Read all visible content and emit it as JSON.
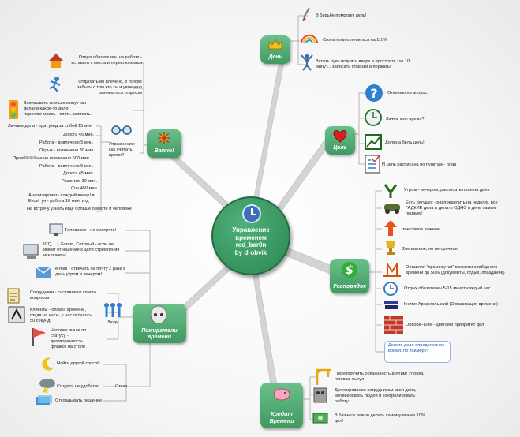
{
  "center": {
    "line1": "Управление",
    "line2": "временем",
    "line3": "red_bar0n",
    "line4": "by drobvik"
  },
  "topics": {
    "den": "День",
    "cel": "Цель",
    "vazhno": "Важно!",
    "rasporyadok": "Распорядок",
    "pozhirateli": "Пожиратели времени",
    "kredit": "Кредит Времени"
  },
  "den_items": [
    "В борьбе помогает цель!",
    "Сознательно лениться на 110%",
    "Встать руки поднять вверх и простоять так 10 минут... записать отмазки и поржать!"
  ],
  "cel_items": [
    "Отвечаю на вопрос:",
    "Зачем мне время?",
    "Должна быть цель!",
    "И цель расписана по пунктам - план"
  ],
  "rasp_items": [
    "Утром - вечером, расписать план на день",
    "Есть лягушку - распределить на неделю, все ГАДКИЕ дела и делать ОДНО в день самым первым!",
    "тое самое важное!",
    "2ое важное, но не срочное!",
    "Оставляя \"промежутки\" времени свободного времени до 50% (документы, отдых, опаздание)",
    "Отдых обязателен 5-15 минут каждый час",
    "Книги: Архангельский (Организация времени)",
    "Outlook--КПК - цветами приоритет дел"
  ],
  "bubble": "Делать дело определенное время, по таймеру!",
  "kredit_items": [
    "Перепоручить обязанность другим! Уборка, готовка, выгул",
    "Делегирование сотрудникам своя дела, мотивировать людей и контролировать работу",
    "В бизнесе важно делать самому менее 10% дел!"
  ],
  "vazhno_top": [
    "Отдых обязателен. на работе - вставать с места и переключаться",
    "Отдыхать во влечено, в голове забыть о том кто ты и увлечено заниматься отдыхом",
    "Записывать сколько минут мы делали какое-то дело, переключились - опять записать."
  ],
  "vazhno_method": "Упражнение: как считать время?",
  "vazhno_list": [
    "Личные дела - еда, уход за собой 15 мин",
    "Дорога 45 мин.",
    "Работа - вовлечено 5 мин.",
    "Отдых - вовлечено 30 мин.",
    "Проеб%%%ие не вовлечено 500 мин.",
    "Работа - вовлечено 5 мин.",
    "Дорога 45 мин.",
    "Развитие 30 мин.",
    "Сон 450 мин.",
    "Анализировать каждый вечер! в Excel ┌н - работа 10 мин, итд",
    "На встречу узнать ещё больше о месте и человеке"
  ],
  "pozh_top": [
    "Телевизор - не смотреть!",
    "ICQ, LJ, Forum, Сотовый - если не имеет отношение к цели стремления исключить!",
    "e-mail - отвечать на почту 2 раза в день утром и вечером!"
  ],
  "pozh_people_label": "Люди",
  "pozh_people": [
    "Сотрудники - составляют список вопросов",
    "Клиенты - оплата времени, глядя на часы. у нас осталось 50 секунд!",
    "Человек выше по статусу - договоренность флажок на столе"
  ],
  "pozh_refuse_label": "Отказ",
  "pozh_refuse": [
    "Найти другой способ",
    "Создать не удобство",
    "Откладывать решение"
  ],
  "colors": {
    "topic": "#4caf74",
    "line": "#c8c8c8",
    "link": "#1a57b5"
  }
}
